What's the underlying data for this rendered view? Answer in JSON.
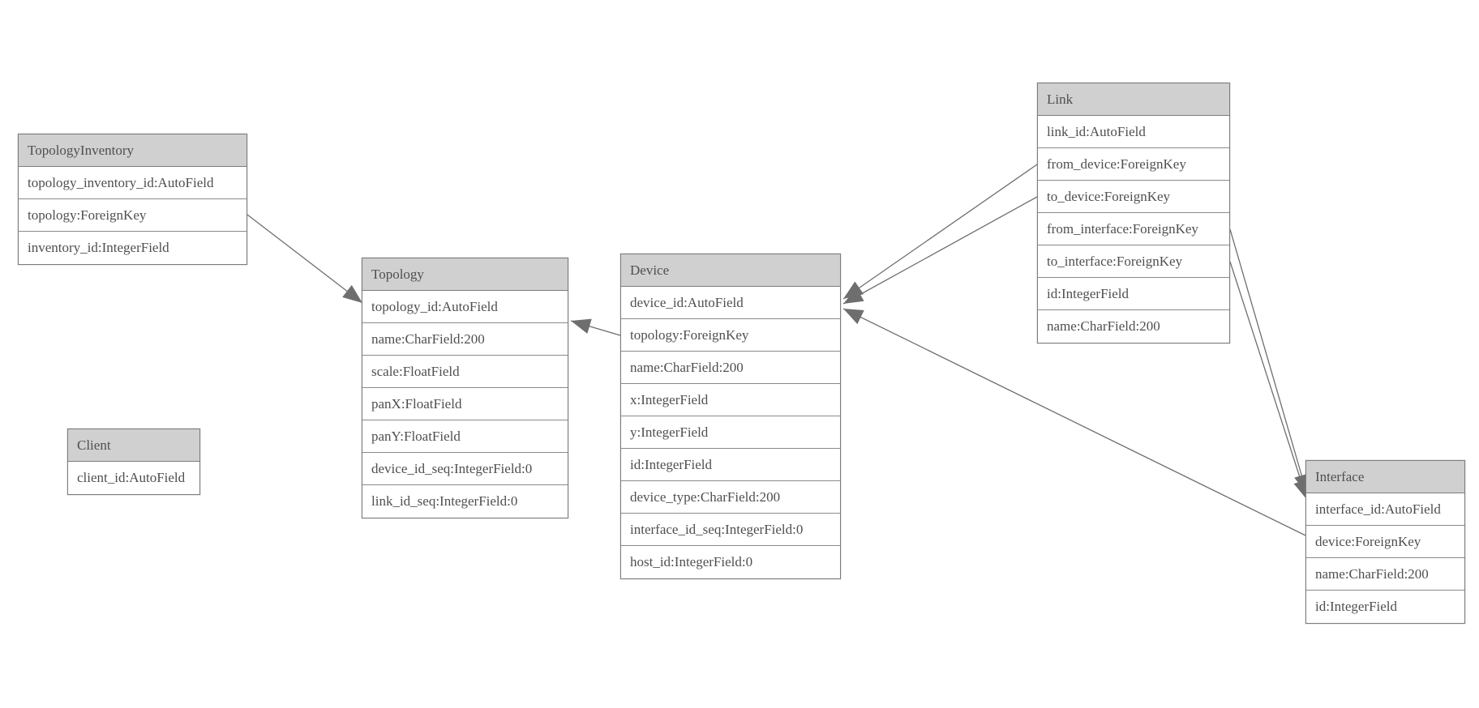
{
  "diagram_type": "entity-relationship-model",
  "colors": {
    "background": "#ffffff",
    "header_bg": "#d0d0d0",
    "table_border": "#7d7d7d",
    "row_border": "#8a8a8a",
    "text": "#4f4f4f",
    "line": "#6e6e6e"
  },
  "tables": {
    "topology_inventory": {
      "name": "TopologyInventory",
      "rows": [
        "topology_inventory_id:AutoField",
        "topology:ForeignKey",
        "inventory_id:IntegerField"
      ]
    },
    "topology": {
      "name": "Topology",
      "rows": [
        "topology_id:AutoField",
        "name:CharField:200",
        "scale:FloatField",
        "panX:FloatField",
        "panY:FloatField",
        "device_id_seq:IntegerField:0",
        "link_id_seq:IntegerField:0"
      ]
    },
    "client": {
      "name": "Client",
      "rows": [
        "client_id:AutoField"
      ]
    },
    "device": {
      "name": "Device",
      "rows": [
        "device_id:AutoField",
        "topology:ForeignKey",
        "name:CharField:200",
        "x:IntegerField",
        "y:IntegerField",
        "id:IntegerField",
        "device_type:CharField:200",
        "interface_id_seq:IntegerField:0",
        "host_id:IntegerField:0"
      ]
    },
    "link": {
      "name": "Link",
      "rows": [
        "link_id:AutoField",
        "from_device:ForeignKey",
        "to_device:ForeignKey",
        "from_interface:ForeignKey",
        "to_interface:ForeignKey",
        "id:IntegerField",
        "name:CharField:200"
      ]
    },
    "interface": {
      "name": "Interface",
      "rows": [
        "interface_id:AutoField",
        "device:ForeignKey",
        "name:CharField:200",
        "id:IntegerField"
      ]
    }
  },
  "connections": [
    {
      "from_table": "TopologyInventory",
      "from_field": "topology",
      "to_table": "Topology"
    },
    {
      "from_table": "Device",
      "from_field": "topology",
      "to_table": "Topology"
    },
    {
      "from_table": "Link",
      "from_field": "from_device",
      "to_table": "Device"
    },
    {
      "from_table": "Link",
      "from_field": "to_device",
      "to_table": "Device"
    },
    {
      "from_table": "Link",
      "from_field": "from_interface",
      "to_table": "Interface"
    },
    {
      "from_table": "Link",
      "from_field": "to_interface",
      "to_table": "Interface"
    },
    {
      "from_table": "Interface",
      "from_field": "device",
      "to_table": "Device"
    }
  ]
}
